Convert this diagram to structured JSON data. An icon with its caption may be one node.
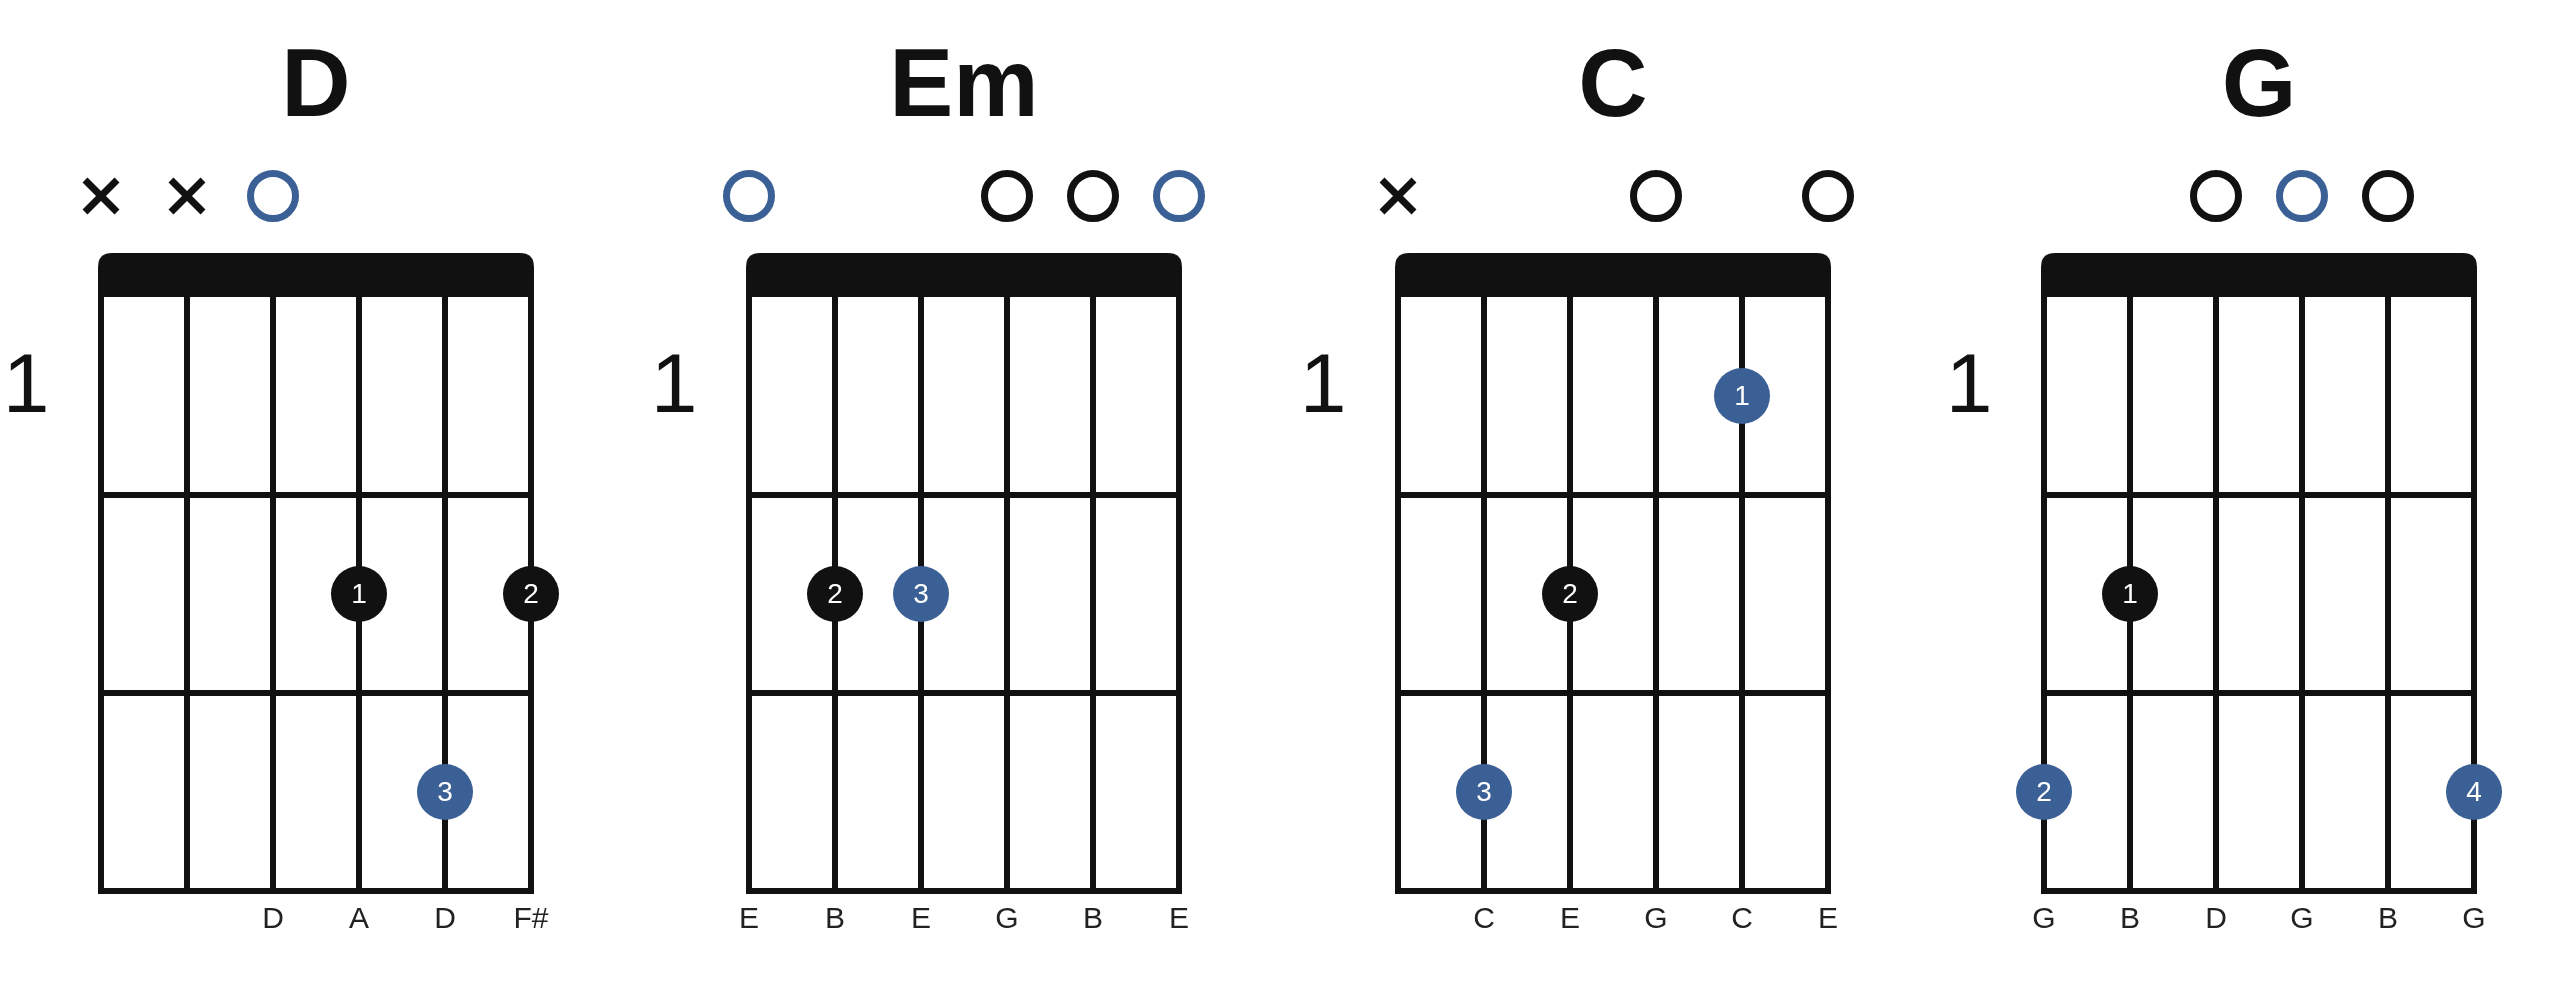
{
  "diagram": {
    "nodes": [
      {
        "text": [
          "D"
        ],
        "beside": [
          "1",
          "D",
          "A",
          "D",
          "F#"
        ]
      },
      {
        "text": [],
        "shape": "circle",
        "in": 0
      },
      {
        "text": [
          "1"
        ],
        "in": 0
      },
      {
        "text": [
          "2"
        ],
        "in": 0
      },
      {
        "text": [
          "3"
        ],
        "in": 0
      },
      {
        "text": [
          "Em"
        ],
        "beside": [
          "1",
          "E",
          "B",
          "E",
          "G",
          "B",
          "E"
        ]
      },
      {
        "text": [],
        "shape": "circle",
        "in": 5
      },
      {
        "text": [],
        "shape": "circle",
        "in": 5
      },
      {
        "text": [],
        "shape": "circle",
        "in": 5
      },
      {
        "text": [],
        "shape": "circle",
        "in": 5
      },
      {
        "text": [
          "2"
        ],
        "in": 5
      },
      {
        "text": [
          "3"
        ],
        "in": 5
      },
      {
        "text": [
          "C"
        ],
        "beside": [
          "1",
          "C",
          "E",
          "G",
          "C",
          "E"
        ]
      },
      {
        "text": [],
        "shape": "circle",
        "in": 12
      },
      {
        "text": [],
        "shape": "circle",
        "in": 12
      },
      {
        "text": [
          "1"
        ],
        "in": 12
      },
      {
        "text": [
          "2"
        ],
        "in": 12
      },
      {
        "text": [
          "3"
        ],
        "in": 12
      },
      {
        "text": [
          "G"
        ],
        "beside": [
          "1",
          "G",
          "B",
          "D",
          "G",
          "B",
          "G"
        ]
      },
      {
        "text": [],
        "shape": "circle",
        "in": 18
      },
      {
        "text": [],
        "shape": "circle",
        "in": 18
      },
      {
        "text": [],
        "shape": "circle",
        "in": 18
      },
      {
        "text": [
          "1"
        ],
        "in": 18
      },
      {
        "text": [
          "2"
        ],
        "in": 18
      },
      {
        "text": [
          "4"
        ],
        "in": 18
      }
    ]
  }
}
